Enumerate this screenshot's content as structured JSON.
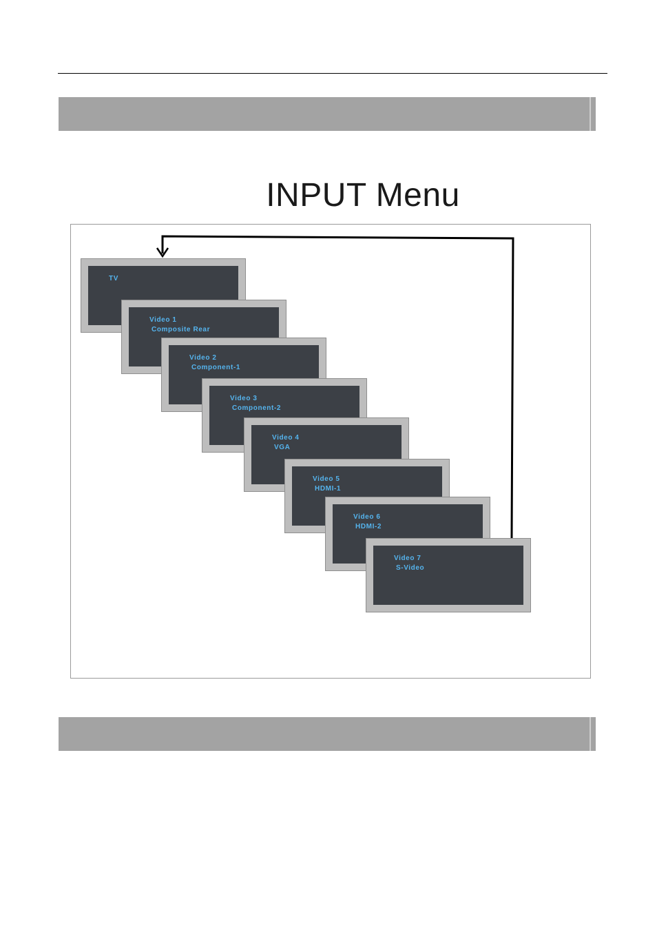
{
  "diagram": {
    "title": "INPUT Menu",
    "screens": [
      {
        "label": "TV",
        "sub": ""
      },
      {
        "label": "Video 1",
        "sub": "Composite Rear"
      },
      {
        "label": "Video 2",
        "sub": "Component-1"
      },
      {
        "label": "Video 3",
        "sub": "Component-2"
      },
      {
        "label": "Video 4",
        "sub": "VGA"
      },
      {
        "label": "Video 5",
        "sub": "HDMI-1"
      },
      {
        "label": "Video 6",
        "sub": "HDMI-2"
      },
      {
        "label": "Video 7",
        "sub": "S-Video"
      }
    ]
  },
  "colors": {
    "screen_text": "#55b4ee",
    "screen_bg": "#3c4046",
    "screen_bezel": "#bdbdbd",
    "section_bar": "#a3a3a3"
  }
}
